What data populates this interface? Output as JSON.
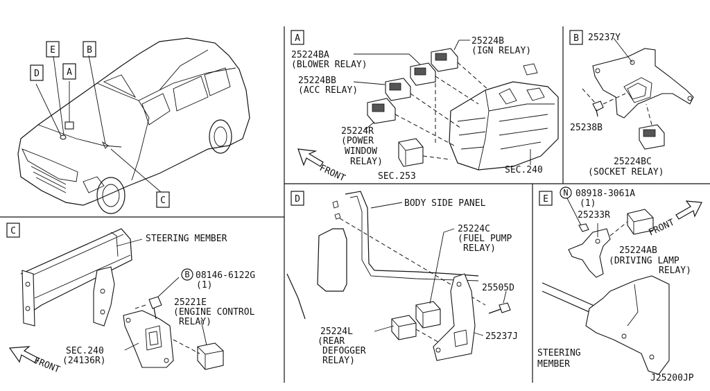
{
  "panels": {
    "A": {
      "letter": "A",
      "items": [
        {
          "id": "ign",
          "part": "25224B",
          "desc": [
            "(IGN RELAY)"
          ]
        },
        {
          "id": "blower",
          "part": "25224BA",
          "desc": [
            "(BLOWER RELAY)"
          ]
        },
        {
          "id": "acc",
          "part": "25224BB",
          "desc": [
            "(ACC RELAY)"
          ]
        },
        {
          "id": "pw",
          "part": "25224R",
          "desc": [
            "(POWER",
            "WINDOW",
            "RELAY)"
          ]
        }
      ],
      "sec253": "SEC.253",
      "sec240": "SEC.240",
      "front": "FRONT"
    },
    "B": {
      "letter": "B",
      "bracket": "25237Y",
      "bolt": "25238B",
      "relay": "25224BC",
      "relay_desc": "(SOCKET RELAY)"
    },
    "C": {
      "letter": "C",
      "member": "STEERING MEMBER",
      "bolt_prefix": "B",
      "bolt": "08146-6122G",
      "bolt_qty": "(1)",
      "relay": "25221E",
      "relay_desc": [
        "(ENGINE CONTROL",
        "RELAY)"
      ],
      "sec": "SEC.240",
      "sec_sub": "(24136R)",
      "front": "FRONT"
    },
    "D": {
      "letter": "D",
      "panel": "BODY SIDE PANEL",
      "relay": "25224C",
      "relay_desc": [
        "(FUEL PUMP",
        "RELAY)"
      ],
      "bolt": "25505D",
      "bracket": "25237J",
      "defogger": "25224L",
      "defogger_desc": [
        "(REAR",
        "DEFOGGER",
        "RELAY)"
      ]
    },
    "E": {
      "letter": "E",
      "nut_prefix": "N",
      "nut": "08918-3061A",
      "nut_qty": "(1)",
      "bracket": "25233R",
      "relay": "25224AB",
      "relay_desc": [
        "(DRIVING LAMP",
        "RELAY)"
      ],
      "member": [
        "STEERING",
        "MEMBER"
      ],
      "front": "FRONT"
    }
  },
  "car_callouts": [
    "D",
    "E",
    "A",
    "B",
    "C"
  ],
  "diagram_code": "J25200JP"
}
